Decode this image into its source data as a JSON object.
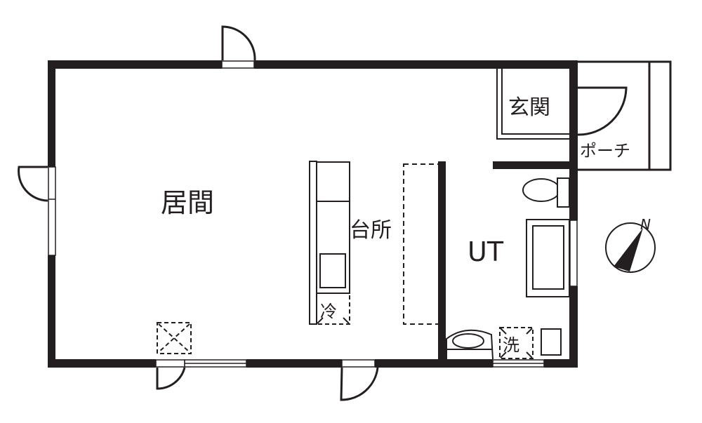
{
  "plan": {
    "wall_color": "#231f20",
    "background": "#ffffff",
    "rooms": {
      "living": "居間",
      "kitchen": "台所",
      "entrance": "玄関",
      "porch": "ポーチ",
      "utility": "UT"
    },
    "fixtures": {
      "refrigerator": "冷",
      "washer": "洗"
    },
    "compass": {
      "label": "N"
    }
  }
}
